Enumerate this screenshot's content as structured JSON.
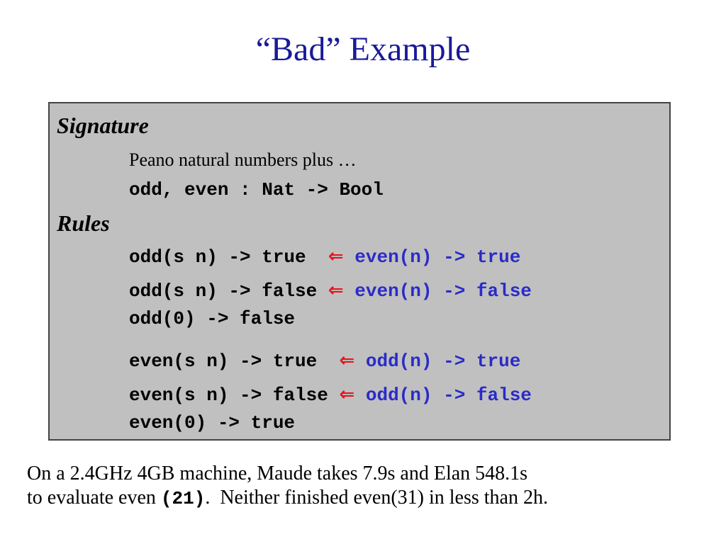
{
  "slide": {
    "title": "“Bad” Example",
    "signature": {
      "heading": "Signature",
      "description": "Peano natural numbers plus …",
      "declaration": "odd, even : Nat -> Bool"
    },
    "rules": {
      "heading": "Rules",
      "arrow": "⇐",
      "items": [
        {
          "lhs": "odd(s n) -> true ",
          "cond": "even(n) -> true"
        },
        {
          "lhs": "odd(s n) -> false",
          "cond": "even(n) -> false"
        },
        {
          "lhs": "odd(0) -> false",
          "cond": ""
        },
        {
          "lhs": "even(s n) -> true ",
          "cond": "odd(n) -> true"
        },
        {
          "lhs": "even(s n) -> false",
          "cond": "odd(n) -> false"
        },
        {
          "lhs": "even(0) -> true",
          "cond": ""
        }
      ]
    },
    "footer": {
      "line1": "On a 2.4GHz 4GB machine, Maude takes 7.9s and Elan 548.1s",
      "line2_pre": "to evaluate even ",
      "line2_code": "(21)",
      "line2_post": ".  Neither finished even(31) in less than 2h."
    }
  }
}
